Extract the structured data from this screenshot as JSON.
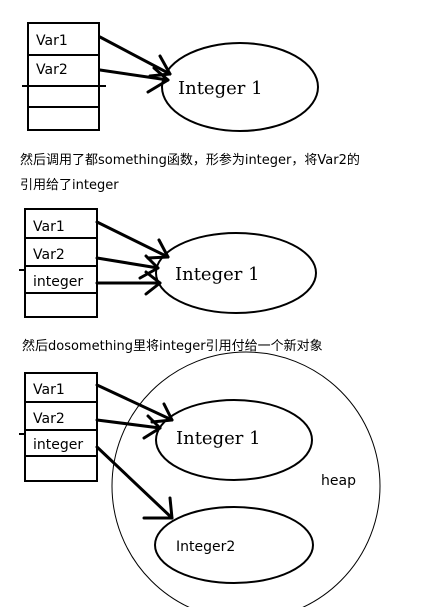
{
  "diagram1": {
    "var1": "Var1",
    "var2": "Var2",
    "object": "Integer 1"
  },
  "caption1": {
    "line1": "然后调用了都something函数，形参为integer，将Var2的",
    "line2": "引用给了integer"
  },
  "diagram2": {
    "var1": "Var1",
    "var2": "Var2",
    "integer": "integer",
    "object": "Integer 1"
  },
  "caption2": "然后dosomething里将integer引用付给一个新对象",
  "diagram3": {
    "var1": "Var1",
    "var2": "Var2",
    "integer": "integer",
    "object1": "Integer 1",
    "object2": "Integer2",
    "heap": "heap"
  }
}
